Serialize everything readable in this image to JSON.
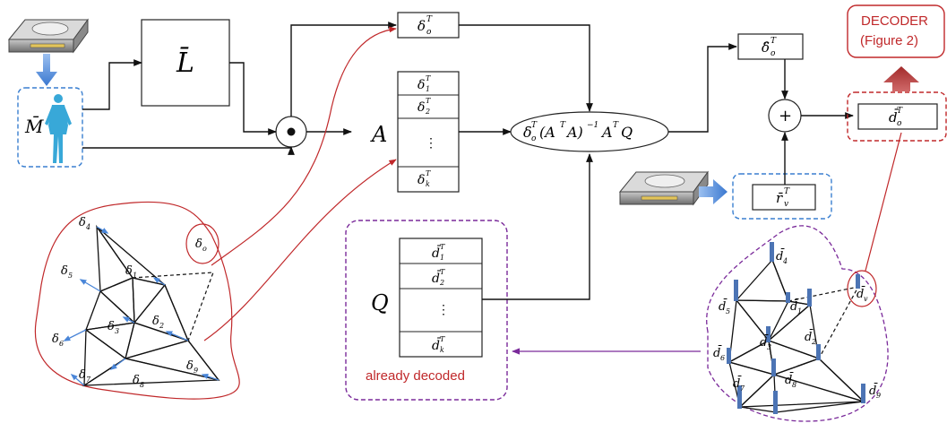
{
  "colors": {
    "red": "#c0282a",
    "purple": "#7a2a9a",
    "blue_dash": "#3a7fd0",
    "blue_arrow": "#4a86d8",
    "bar_blue": "#4c74b4",
    "dark_red": "#b73a3a",
    "figure_cyan": "#38a8d8"
  },
  "icons": [
    "hard-drive-icon",
    "human-figure-icon"
  ],
  "labels": {
    "m_bar": "M̄",
    "l_bar": "L̄",
    "odot": "⊙",
    "a_label": "A",
    "q_label": "Q",
    "plus": "+",
    "eq_main": "δ",
    "eq_main_sub": "o",
    "eq_main_sup": "T",
    "eq_main_rest": "(A",
    "eq_main_rest_sup": "T",
    "eq_main_rest2": "A)",
    "eq_main_rest2_sup": "−1",
    "eq_main_rest3": "A",
    "eq_main_rest3_sup": "T",
    "eq_main_rest4": "Q",
    "decoder_line1": "DECODER",
    "decoder_line2": "(Figure 2)",
    "already_decoded": "already decoded"
  },
  "vectors": {
    "delta_o_top": {
      "base": "δ",
      "sub": "o",
      "sup": "T"
    },
    "delta_hat_o": {
      "base": "δ̂",
      "sub": "o",
      "sup": "T"
    },
    "d_bar_o": {
      "base": "d̄",
      "sub": "o",
      "sup": "T"
    },
    "r_v": {
      "base": "r̄",
      "sub": "v",
      "sup": "T"
    }
  },
  "matrix_a_rows": [
    {
      "base": "δ",
      "sub": "1",
      "sup": "T"
    },
    {
      "base": "δ",
      "sub": "2",
      "sup": "T"
    },
    {
      "base": "⋮",
      "sub": "",
      "sup": ""
    },
    {
      "base": "δ",
      "sub": "k",
      "sup": "T"
    }
  ],
  "matrix_q_rows": [
    {
      "base": "d̄",
      "sub": "1",
      "sup": "T"
    },
    {
      "base": "d̄",
      "sub": "2",
      "sup": "T"
    },
    {
      "base": "⋮",
      "sub": "",
      "sup": ""
    },
    {
      "base": "d̄",
      "sub": "k",
      "sup": "T"
    }
  ],
  "left_mesh_labels": {
    "d1": {
      "base": "δ",
      "sub": "1"
    },
    "d2": {
      "base": "δ",
      "sub": "2"
    },
    "d3": {
      "base": "δ",
      "sub": "3"
    },
    "d4": {
      "base": "δ",
      "sub": "4"
    },
    "d5": {
      "base": "δ",
      "sub": "5"
    },
    "d6": {
      "base": "δ",
      "sub": "6"
    },
    "d7": {
      "base": "δ",
      "sub": "7"
    },
    "d8": {
      "base": "δ",
      "sub": "8"
    },
    "d9": {
      "base": "δ",
      "sub": "9"
    },
    "do": {
      "base": "δ",
      "sub": "o"
    }
  },
  "right_mesh_labels": {
    "d1": {
      "base": "d̄",
      "sub": "1"
    },
    "d2": {
      "base": "d̄",
      "sub": "2"
    },
    "d3": {
      "base": "d̄",
      "sub": "3"
    },
    "d4": {
      "base": "d̄",
      "sub": "4"
    },
    "d5": {
      "base": "d̄",
      "sub": "5"
    },
    "d6": {
      "base": "d̄",
      "sub": "6"
    },
    "d7": {
      "base": "d̄",
      "sub": "7"
    },
    "d8": {
      "base": "d̄",
      "sub": "8"
    },
    "d9": {
      "base": "d̄",
      "sub": "9"
    },
    "do": {
      "base": "d̄",
      "sub": "v"
    }
  }
}
